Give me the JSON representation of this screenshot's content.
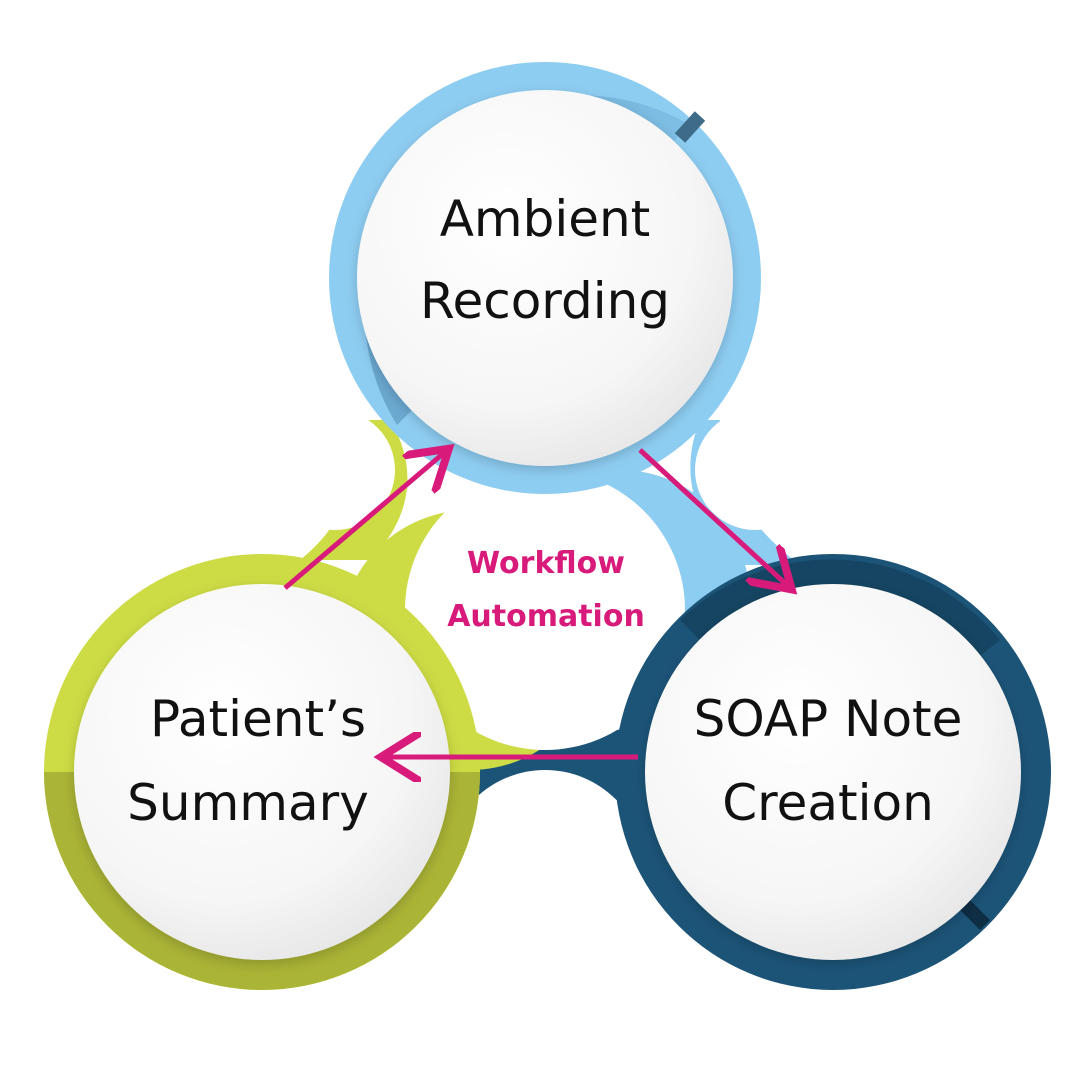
{
  "center": {
    "line1": "Workflow",
    "line2": "Automation"
  },
  "nodes": {
    "ambient": {
      "line1": "Ambient",
      "line2": "Recording"
    },
    "soap": {
      "line1": "SOAP Note",
      "line2": "Creation"
    },
    "summary": {
      "line1": "Patient’s",
      "line2": "Summary"
    }
  },
  "edges": [
    {
      "from": "Ambient Recording",
      "to": "SOAP Note Creation"
    },
    {
      "from": "SOAP Note Creation",
      "to": "Patient’s Summary"
    },
    {
      "from": "Patient’s Summary",
      "to": "Ambient Recording"
    }
  ],
  "colors": {
    "ambient_ring": "#8ecdf2",
    "ambient_ring_dark": "#6aaad4",
    "soap_ring": "#1c5478",
    "summary_ring": "#cddc45",
    "summary_ring_dark": "#aab436",
    "arrow": "#d81b7b",
    "center_text": "#d81b7b"
  }
}
